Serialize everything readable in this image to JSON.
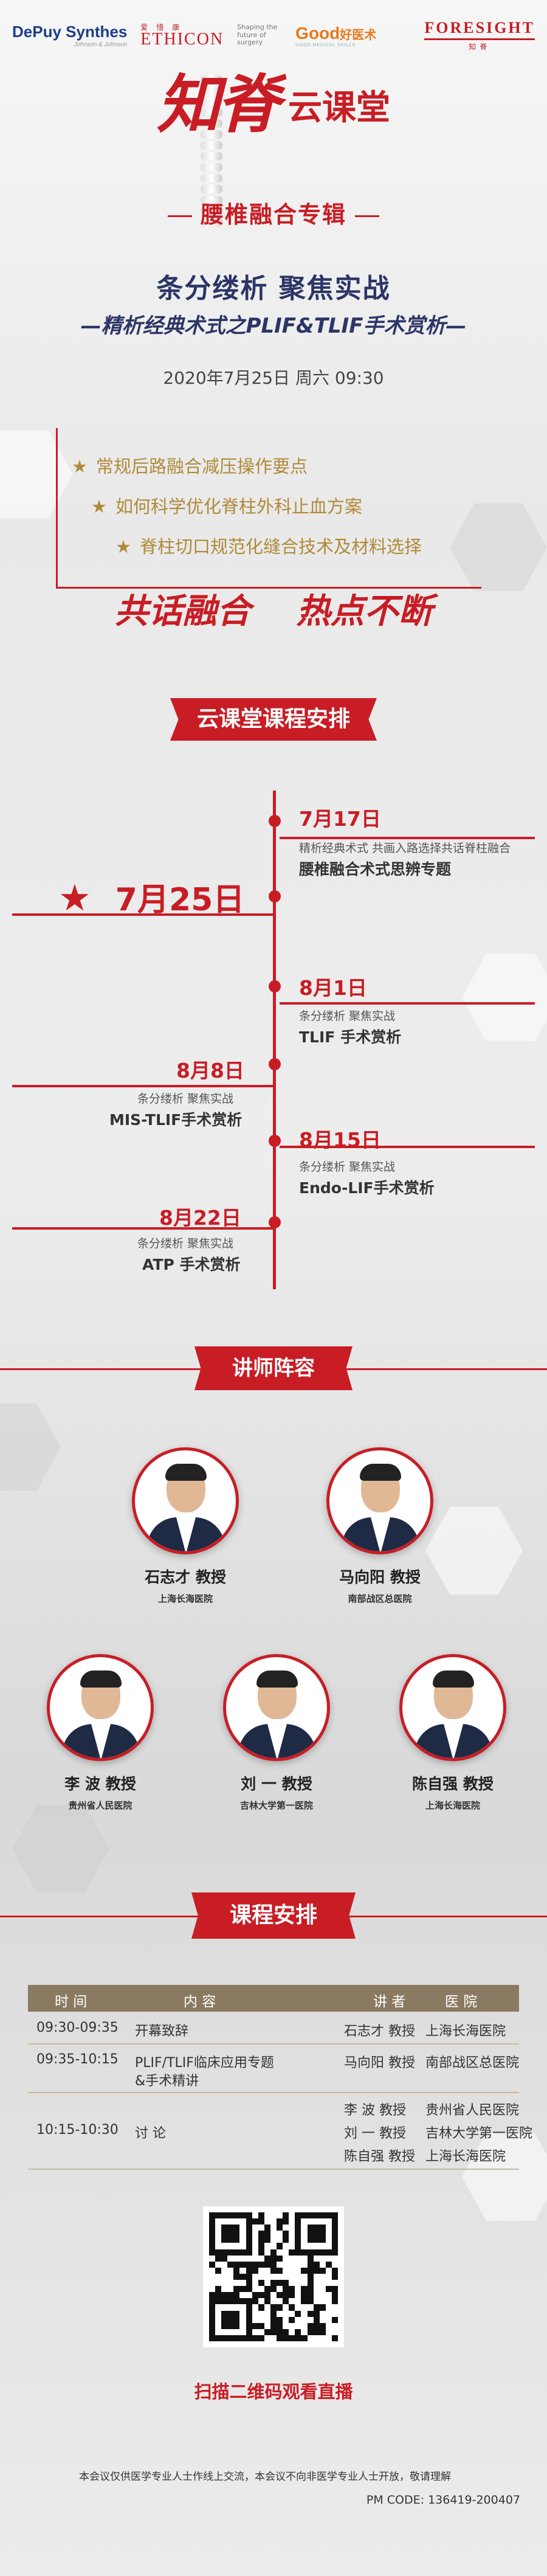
{
  "logos": {
    "depuy": "DePuy Synthes",
    "depuy_sub": "Johnson & Johnson",
    "ethicon_cn": "爱惜康",
    "ethicon": "ETHICON",
    "ethicon_tag": "Shaping the future of surgery",
    "good": "Good",
    "good_cn": "好医术",
    "good_sub": "GOOD MEDICAL SKILLS",
    "foresight": "FORESIGHT",
    "foresight_cn": "知脊"
  },
  "header": {
    "brand_big": "知脊",
    "brand_sub": "云课堂",
    "special": "腰椎融合专辑",
    "topic1": "条分缕析  聚焦实战",
    "topic2": "—精析经典术式之PLIF&TLIF手术赏析—",
    "date": "2020年7月25日 周六 09:30"
  },
  "points": [
    "常规后路融合减压操作要点",
    "如何科学优化脊柱外科止血方案",
    "脊柱切口规范化缝合技术及材料选择"
  ],
  "slogan": [
    "共话融合",
    "热点不断"
  ],
  "schedule_title": "云课堂课程安排",
  "current": "7月25日",
  "timeline": [
    {
      "date": "7月17日",
      "sub": "精析经典术式 共画入路选择共话脊柱融合",
      "title": "腰椎融合术式思辨专题"
    },
    {
      "date": "8月1日",
      "sub": "条分缕析 聚焦实战",
      "title": "TLIF 手术赏析"
    },
    {
      "date": "8月8日",
      "sub": "条分缕析 聚焦实战",
      "title": "MIS-TLIF手术赏析"
    },
    {
      "date": "8月15日",
      "sub": "条分缕析 聚焦实战",
      "title": "Endo-LIF手术赏析"
    },
    {
      "date": "8月22日",
      "sub": "条分缕析 聚焦实战",
      "title": "ATP 手术赏析"
    }
  ],
  "lecturers_title": "讲师阵容",
  "lecturers": [
    {
      "name": "石志才 教授",
      "org": "上海长海医院"
    },
    {
      "name": "马向阳 教授",
      "org": "南部战区总医院"
    },
    {
      "name": "李  波 教授",
      "org": "贵州省人民医院"
    },
    {
      "name": "刘  一 教授",
      "org": "吉林大学第一医院"
    },
    {
      "name": "陈自强 教授",
      "org": "上海长海医院"
    }
  ],
  "course_title": "课程安排",
  "table": {
    "headers": [
      "时  间",
      "内  容",
      "讲  者",
      "医  院"
    ],
    "rows": [
      {
        "time": "09:30-09:35",
        "content": "开幕致辞",
        "speaker": "石志才 教授",
        "hospital": "上海长海医院"
      },
      {
        "time": "09:35-10:15",
        "content": "PLIF/TLIF临床应用专题",
        "content2": "&手术精讲",
        "speaker": "马向阳 教授",
        "hospital": "南部战区总医院"
      },
      {
        "time": "",
        "content": "",
        "speaker": "李  波 教授",
        "hospital": "贵州省人民医院"
      },
      {
        "time": "10:15-10:30",
        "content": "讨  论",
        "speaker": "刘  一 教授",
        "hospital": "吉林大学第一医院"
      },
      {
        "time": "",
        "content": "",
        "speaker": "陈自强 教授",
        "hospital": "上海长海医院"
      }
    ]
  },
  "qr_caption": "扫描二维码观看直播",
  "disclaimer": "本会议仅供医学专业人士作线上交流，本会议不向非医学专业人士开放，敬请理解",
  "pm_code": "PM CODE: 136419-200407",
  "colors": {
    "accent": "#c81d25",
    "navy": "#2c3566",
    "gold": "#b08a3a"
  }
}
